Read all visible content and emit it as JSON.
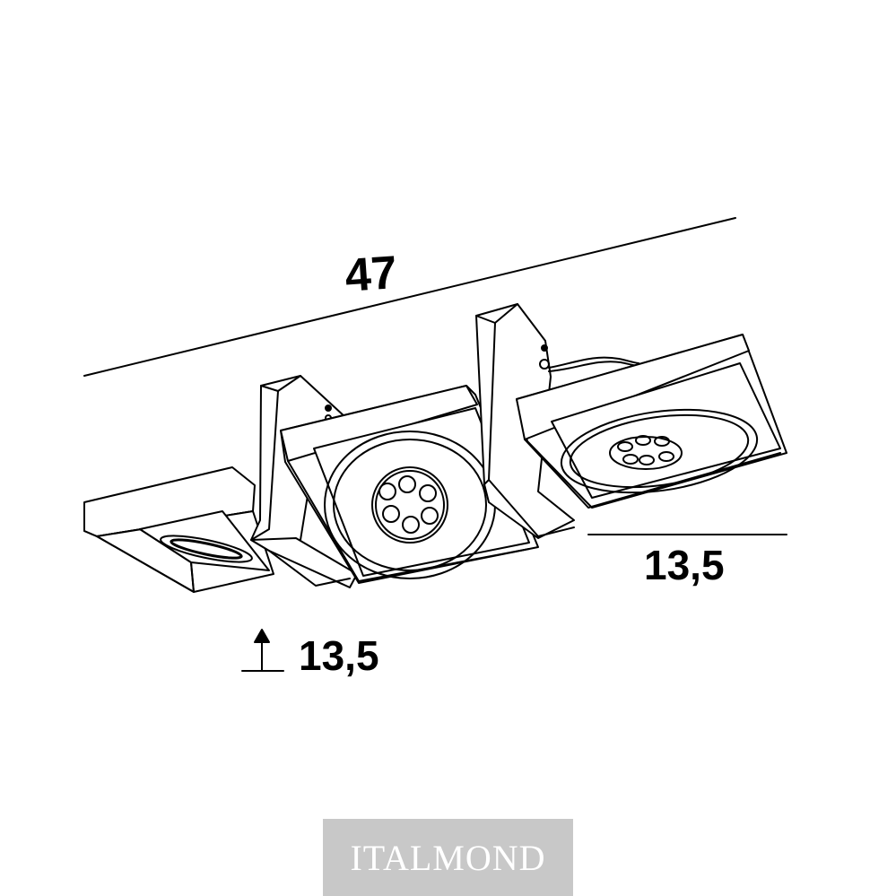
{
  "dimensions": {
    "length": "47",
    "width": "13,5",
    "height": "13,5"
  },
  "brand": {
    "name": "ITALMOND"
  },
  "colors": {
    "line": "#000000",
    "background": "#ffffff",
    "brand_box": "#c8c8c8",
    "brand_text": "#ffffff"
  }
}
